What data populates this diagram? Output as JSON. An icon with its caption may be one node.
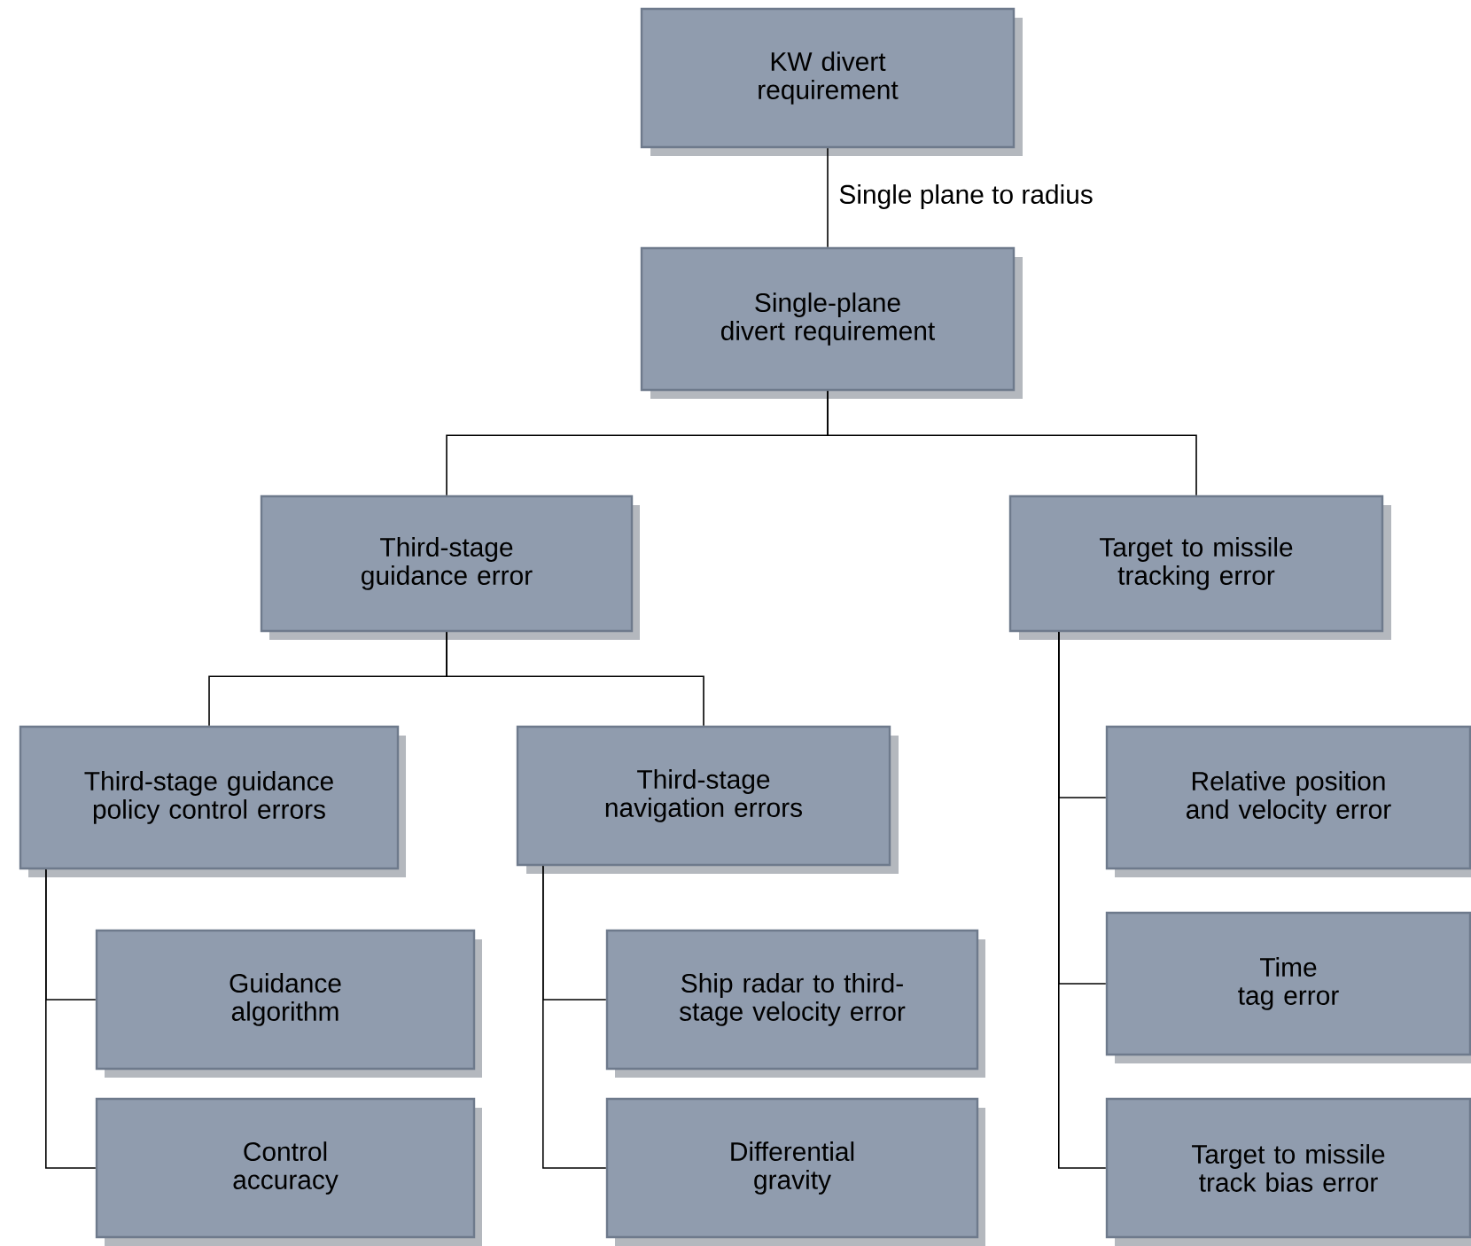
{
  "diagram": {
    "nodes": [
      {
        "text": [
          "KW divert requirement"
        ]
      },
      {
        "text": [
          "Single-plane divert requirement"
        ]
      },
      {
        "text": [
          "Third-stage guidance error"
        ]
      },
      {
        "text": [
          "Target to missile tracking error"
        ]
      },
      {
        "text": [
          "Third-stage guidance policy control errors"
        ]
      },
      {
        "text": [
          "Third-stage navigation errors"
        ]
      },
      {
        "text": [
          "Guidance algorithm"
        ]
      },
      {
        "text": [
          "Control accuracy"
        ]
      },
      {
        "text": [
          "Ship radar to third-stage velocity error"
        ]
      },
      {
        "text": [
          "Differential gravity"
        ]
      },
      {
        "text": [
          "Relative position and velocity error"
        ]
      },
      {
        "text": [
          "Time tag error"
        ]
      },
      {
        "text": [
          "Target to missile track bias error"
        ]
      }
    ],
    "edges": [
      {
        "from": 0,
        "to": 1,
        "arrow": "none",
        "label": "Single plane to radius"
      },
      {
        "from": 1,
        "to": 2,
        "arrow": "none"
      },
      {
        "from": 1,
        "to": 3,
        "arrow": "none"
      },
      {
        "from": 2,
        "to": 4,
        "arrow": "none"
      },
      {
        "from": 2,
        "to": 5,
        "arrow": "none"
      },
      {
        "from": 4,
        "to": 6,
        "arrow": "none"
      },
      {
        "from": 4,
        "to": 7,
        "arrow": "none"
      },
      {
        "from": 5,
        "to": 8,
        "arrow": "none"
      },
      {
        "from": 5,
        "to": 9,
        "arrow": "none"
      },
      {
        "from": 3,
        "to": 10,
        "arrow": "none"
      },
      {
        "from": 3,
        "to": 11,
        "arrow": "none"
      },
      {
        "from": 3,
        "to": 12,
        "arrow": "none"
      }
    ]
  }
}
